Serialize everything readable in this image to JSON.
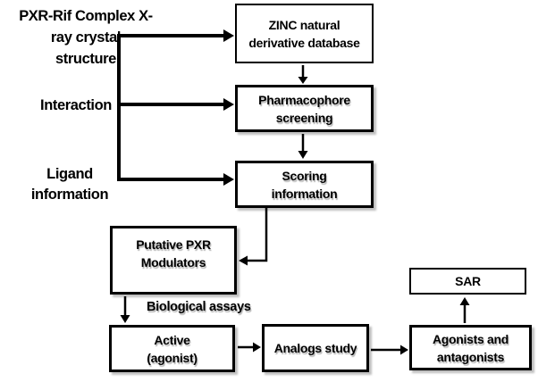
{
  "diagram": {
    "title": "PXR-Rif Complex X-\nray crystal\nstructure",
    "colors": {
      "ink": "#000000",
      "box_fill": "#ffffff",
      "background": "#ffffff",
      "box_shadow": "#bfbfbf"
    },
    "labels": {
      "interaction": "Interaction",
      "ligand": "Ligand\ninformation",
      "biological_assays": "Biological assays"
    },
    "boxes": {
      "zinc": {
        "text": "ZINC natural\nderivative database"
      },
      "pharmacophore": {
        "text": "Pharmacophore\nscreening"
      },
      "scoring": {
        "text": "Scoring\ninformation"
      },
      "putative": {
        "text": "Putative PXR\nModulators"
      },
      "active": {
        "text": "Active\n(agonist)"
      },
      "analogs": {
        "text": "Analogs study"
      },
      "agonists": {
        "text": "Agonists and\nantagonists"
      },
      "sar": {
        "text": "SAR"
      }
    },
    "edges": [
      {
        "from": "PXR-Rif Complex X-ray crystal structure",
        "to": "ZINC natural derivative database"
      },
      {
        "from": "Interaction",
        "to": "Pharmacophore screening"
      },
      {
        "from": "Ligand information",
        "to": "Scoring information"
      },
      {
        "from": "ZINC natural derivative database",
        "to": "Pharmacophore screening"
      },
      {
        "from": "Pharmacophore screening",
        "to": "Scoring information"
      },
      {
        "from": "Scoring information",
        "to": "Putative PXR Modulators"
      },
      {
        "from": "Putative PXR Modulators",
        "to": "Active (agonist)",
        "label": "Biological assays"
      },
      {
        "from": "Active (agonist)",
        "to": "Analogs study"
      },
      {
        "from": "Analogs study",
        "to": "Agonists and antagonists"
      },
      {
        "from": "Agonists and antagonists",
        "to": "SAR"
      }
    ]
  }
}
